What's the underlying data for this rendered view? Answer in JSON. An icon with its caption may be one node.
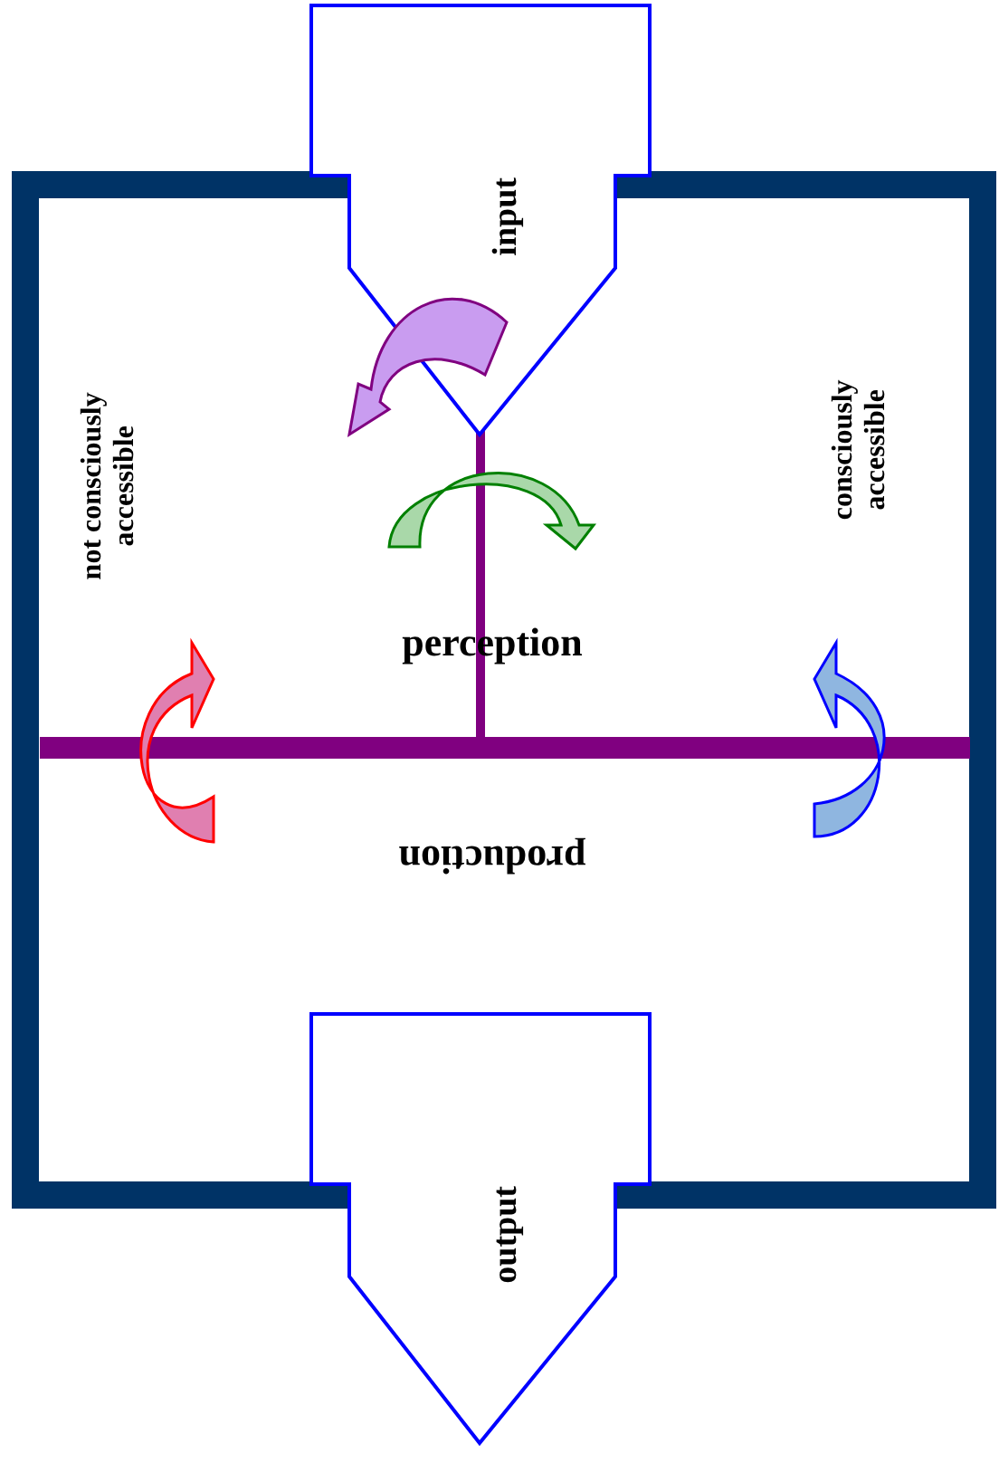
{
  "diagram": {
    "nodes": [
      {
        "text": [
          "input"
        ]
      },
      {
        "text": [
          "output"
        ]
      }
    ],
    "edges": [],
    "labels": [
      "not consciously accessible",
      "consciously accessible",
      "perception",
      "production"
    ]
  }
}
